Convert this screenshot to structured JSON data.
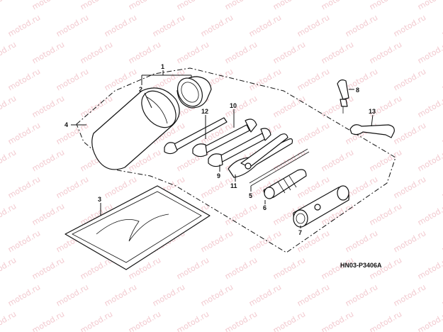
{
  "diagram": {
    "watermark": "motod.ru",
    "diagram_code": "HN03-P3406A",
    "callouts": [
      {
        "id": "c1",
        "text": "1"
      },
      {
        "id": "c2",
        "text": "2"
      },
      {
        "id": "c3",
        "text": "3"
      },
      {
        "id": "c4",
        "text": "4"
      },
      {
        "id": "c5",
        "text": "5"
      },
      {
        "id": "c6",
        "text": "6"
      },
      {
        "id": "c7",
        "text": "7"
      },
      {
        "id": "c8",
        "text": "8"
      },
      {
        "id": "c9",
        "text": "9"
      },
      {
        "id": "c10",
        "text": "10"
      },
      {
        "id": "c11",
        "text": "11"
      },
      {
        "id": "c12",
        "text": "12"
      },
      {
        "id": "c13",
        "text": "13"
      }
    ]
  }
}
